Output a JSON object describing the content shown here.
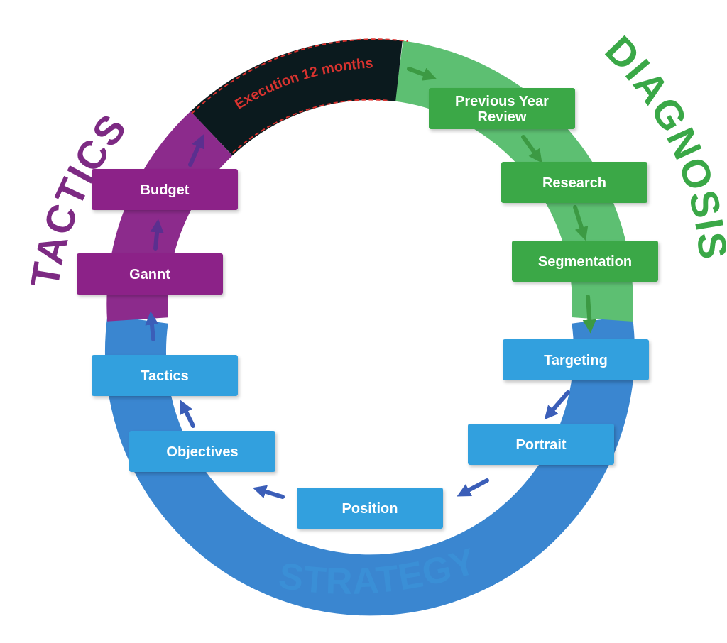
{
  "phases": {
    "diagnosis": {
      "label": "DIAGNOSIS",
      "color": "#3aa847",
      "ring_color": "#5dbf72",
      "box_color": "#3aa847"
    },
    "strategy": {
      "label": "STRATEGY",
      "color": "#3a8fd6",
      "ring_color": "#3a86d0",
      "box_color": "#33a0de"
    },
    "tactics": {
      "label": "TACTICS",
      "color": "#7d2a83",
      "ring_color": "#8c2b8c",
      "box_color": "#8c2388"
    }
  },
  "execution": {
    "label": "Execution 12 months",
    "fill": "#0b1a1e",
    "text_color": "#d8332f",
    "border_color": "#d8332f"
  },
  "steps": [
    {
      "id": "previous-year-review",
      "lines": [
        "Previous Year",
        "Review"
      ],
      "phase": "diagnosis"
    },
    {
      "id": "research",
      "lines": [
        "Research"
      ],
      "phase": "diagnosis"
    },
    {
      "id": "segmentation",
      "lines": [
        "Segmentation"
      ],
      "phase": "diagnosis"
    },
    {
      "id": "targeting",
      "lines": [
        "Targeting"
      ],
      "phase": "strategy"
    },
    {
      "id": "portrait",
      "lines": [
        "Portrait"
      ],
      "phase": "strategy"
    },
    {
      "id": "position",
      "lines": [
        "Position"
      ],
      "phase": "strategy"
    },
    {
      "id": "objectives",
      "lines": [
        "Objectives"
      ],
      "phase": "strategy"
    },
    {
      "id": "tactics",
      "lines": [
        "Tactics"
      ],
      "phase": "strategy"
    },
    {
      "id": "gannt",
      "lines": [
        "Gannt"
      ],
      "phase": "tactics"
    },
    {
      "id": "budget",
      "lines": [
        "Budget"
      ],
      "phase": "tactics"
    }
  ]
}
